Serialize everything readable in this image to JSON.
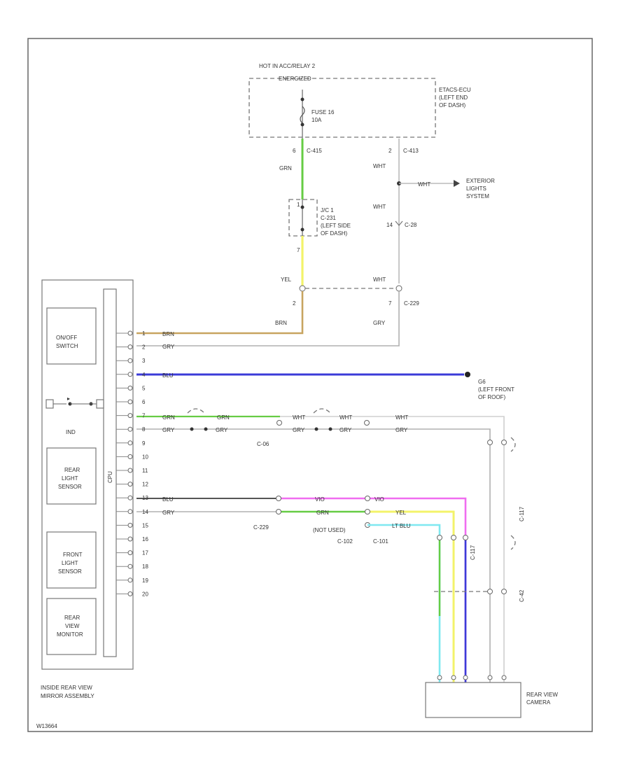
{
  "relay_group": {
    "title_line1": "HOT IN ACC/RELAY 2",
    "title_line2": "ENERGIZED",
    "fuse_line1": "FUSE 16",
    "fuse_line2": "10A",
    "ecu_line1": "ETACS-ECU",
    "ecu_line2": "(LEFT END",
    "ecu_line3": "OF DASH)",
    "pin_left": "6",
    "conn_left": "C-415",
    "pin_right": "2",
    "conn_right": "C-413"
  },
  "jc": {
    "line1": "J/C 1",
    "line2": "C-231",
    "line3": "(LEFT SIDE",
    "line4": "OF DASH)",
    "pin_top": "1",
    "pin_bottom": "7"
  },
  "exterior": {
    "line1": "EXTERIOR",
    "line2": "LIGHTS",
    "line3": "SYSTEM"
  },
  "c228": {
    "pin_top": "14",
    "conn_top": "C-28",
    "pin_bottom": "7",
    "conn_bottom": "C-229",
    "pin_left": "2"
  },
  "wires": {
    "grn": "GRN",
    "wht": "WHT",
    "yel": "YEL",
    "brn": "BRN",
    "gry": "GRY",
    "blu": "BLU",
    "ltblu": "LT BLU",
    "vio": "VIO"
  },
  "ground": {
    "code": "G6",
    "line1": "(LEFT FRONT",
    "line2": "OF ROOF)"
  },
  "connectors": {
    "c06": "C-06",
    "c229": "C-229",
    "c102": "C-102",
    "c101": "C-101",
    "not_used": "(NOT USED)",
    "c117": "C-117",
    "c42": "C-42"
  },
  "mirror": {
    "switch_line1": "ON/OFF",
    "switch_line2": "SWITCH",
    "ind": "IND",
    "rear_line1": "REAR",
    "rear_line2": "LIGHT",
    "rear_line3": "SENSOR",
    "front_line1": "FRONT",
    "front_line2": "LIGHT",
    "front_line3": "SENSOR",
    "monitor_line1": "REAR",
    "monitor_line2": "VIEW",
    "monitor_line3": "MONITOR",
    "label_line1": "INSIDE REAR VIEW",
    "label_line2": "MIRROR ASSEMBLY",
    "cpu": "CPU",
    "pins": [
      "1",
      "2",
      "3",
      "4",
      "5",
      "6",
      "7",
      "8",
      "9",
      "10",
      "11",
      "12",
      "13",
      "14",
      "15",
      "16",
      "17",
      "18",
      "19",
      "20"
    ]
  },
  "camera": {
    "line1": "REAR VIEW",
    "line2": "CAMERA"
  },
  "footer_code": "W13664",
  "colors": {
    "grn": "#66cc44",
    "yel": "#f3f36a",
    "brn": "#c8a460",
    "gry": "#b0b0b0",
    "blu": "#3b3bd8",
    "blk": "#555555",
    "pnk": "#f06df0",
    "cyan": "#7fe8f0",
    "wht": "#cfcfcf"
  }
}
